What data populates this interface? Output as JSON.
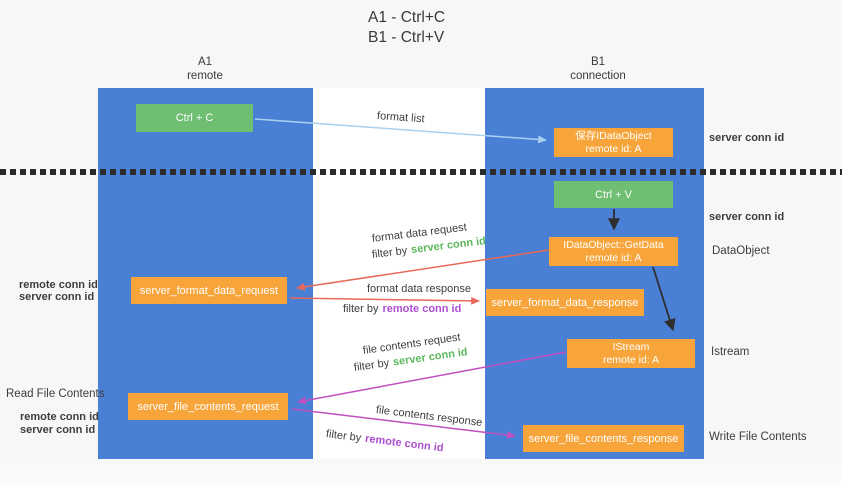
{
  "title": {
    "line1": "A1 - Ctrl+C",
    "line2": "B1 - Ctrl+V"
  },
  "columns": {
    "left": {
      "header_top": "A1",
      "header_bottom": "remote"
    },
    "right": {
      "header_top": "B1",
      "header_bottom": "connection"
    }
  },
  "nodes": {
    "ctrl_c": {
      "label": "Ctrl + C"
    },
    "save_idataobject": {
      "line1": "保存IDataObject",
      "line2": "remote id: A"
    },
    "ctrl_v": {
      "label": "Ctrl + V"
    },
    "getdata": {
      "line1": "IDataObject::GetData",
      "line2": "remote id: A"
    },
    "istream": {
      "line1": "IStream",
      "line2": "remote id: A"
    },
    "server_format_data_request": {
      "label": "server_format_data_request"
    },
    "server_format_data_response": {
      "label": "server_format_data_response"
    },
    "server_file_contents_request": {
      "label": "server_file_contents_request"
    },
    "server_file_contents_response": {
      "label": "server_file_contents_response"
    }
  },
  "annotations": {
    "format_list": "format list",
    "format_data_request": "format data request",
    "format_data_response": "format data response",
    "file_contents_request": "file contents request",
    "file_contents_response": "file contents response",
    "filter_by": "filter by",
    "server_conn_id": "server conn id",
    "remote_conn_id": "remote conn id"
  },
  "side_labels": {
    "left": {
      "remote_conn_id": "remote conn id",
      "server_conn_id": "server conn id",
      "read_file_contents": "Read File Contents"
    },
    "right": {
      "server_conn_id_top": "server conn id",
      "server_conn_id_mid": "server conn id",
      "dataobject": "DataObject",
      "istream": "Istream",
      "write_file_contents": "Write File Contents"
    }
  },
  "colors": {
    "column_blue": "#4a7fd6",
    "node_green": "#6fbe71",
    "node_orange": "#f7a53b",
    "green_text": "#5cb85c",
    "purple_text": "#ab4fd0",
    "arrow_red": "#e8685a",
    "arrow_magenta": "#c050c0",
    "arrow_light_blue": "#a9d2f0",
    "arrow_black": "#2e2e2e"
  }
}
